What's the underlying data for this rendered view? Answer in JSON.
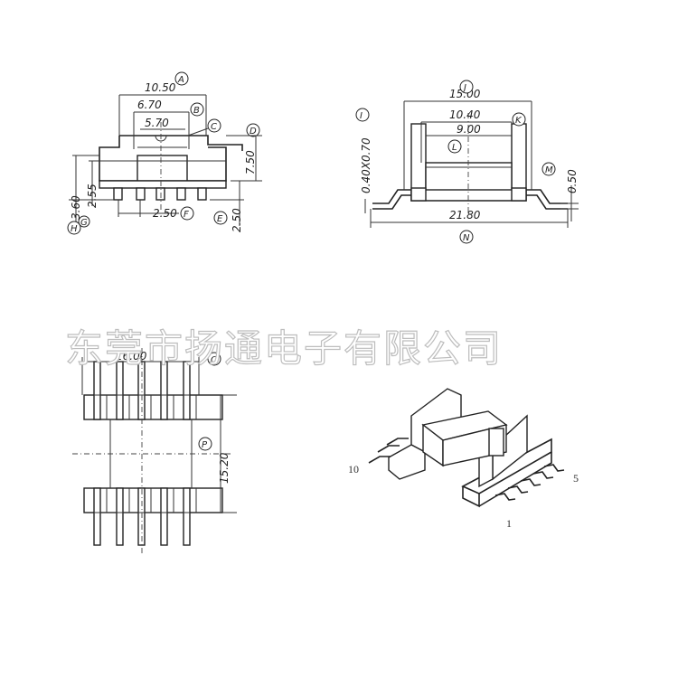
{
  "watermark": "东莞市扬通电子有限公司",
  "front_view": {
    "dims": {
      "a": "10.50",
      "b": "6.70",
      "c": "5.70",
      "height": "7.50",
      "h3": "3.60",
      "h255": "2.55",
      "h250": "2.50",
      "pitch": "2.50"
    },
    "labels": {
      "A": "A",
      "B": "B",
      "C": "C",
      "D": "D",
      "E": "E",
      "F": "F",
      "G": "G",
      "H": "H"
    }
  },
  "side_view": {
    "dims": {
      "j": "15.00",
      "k": "10.40",
      "l": "9.00",
      "n": "21.80",
      "m": "0.50",
      "i": "0.40X0.70"
    },
    "labels": {
      "I": "I",
      "J": "J",
      "K": "K",
      "L": "L",
      "M": "M",
      "N": "N"
    }
  },
  "top_view": {
    "dims": {
      "o": "16.00",
      "p": "15.20"
    },
    "labels": {
      "O": "O",
      "P": "P"
    }
  },
  "iso_view": {
    "pin_labels": {
      "p10": "10",
      "p5": "5",
      "p1": "1"
    }
  }
}
